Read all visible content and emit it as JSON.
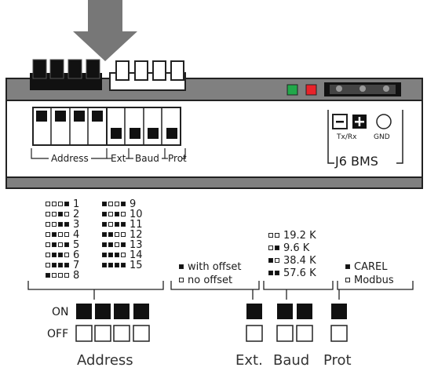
{
  "board": {
    "address_label": "Address",
    "ext_label": "Ext",
    "baud_label": "Baud",
    "prot_label": "Prot",
    "bms_title": "J6 BMS",
    "txrx_label": "Tx/Rx",
    "gnd_label": "GND",
    "led_colors": [
      "#22a84a",
      "#e8232a"
    ]
  },
  "address_codes": [
    {
      "bits": "0001",
      "label": "1"
    },
    {
      "bits": "0010",
      "label": "2"
    },
    {
      "bits": "0011",
      "label": "3"
    },
    {
      "bits": "0100",
      "label": "4"
    },
    {
      "bits": "0101",
      "label": "5"
    },
    {
      "bits": "0110",
      "label": "6"
    },
    {
      "bits": "0111",
      "label": "7"
    },
    {
      "bits": "1000",
      "label": "8"
    },
    {
      "bits": "1001",
      "label": "9"
    },
    {
      "bits": "1010",
      "label": "10"
    },
    {
      "bits": "1011",
      "label": "11"
    },
    {
      "bits": "1100",
      "label": "12"
    },
    {
      "bits": "1101",
      "label": "13"
    },
    {
      "bits": "1110",
      "label": "14"
    },
    {
      "bits": "1111",
      "label": "15"
    }
  ],
  "ext_codes": [
    {
      "bits": "1",
      "label": "with offset"
    },
    {
      "bits": "0",
      "label": "no offset"
    }
  ],
  "baud_codes": [
    {
      "bits": "00",
      "label": "19.2 K"
    },
    {
      "bits": "01",
      "label": "9.6 K"
    },
    {
      "bits": "10",
      "label": "38.4 K"
    },
    {
      "bits": "11",
      "label": "57.6 K"
    }
  ],
  "prot_codes": [
    {
      "bits": "1",
      "label": "CAREL"
    },
    {
      "bits": "0",
      "label": "Modbus"
    }
  ],
  "legend": {
    "on_label": "ON",
    "off_label": "OFF",
    "address": "Address",
    "ext": "Ext.",
    "baud": "Baud",
    "prot": "Prot"
  }
}
